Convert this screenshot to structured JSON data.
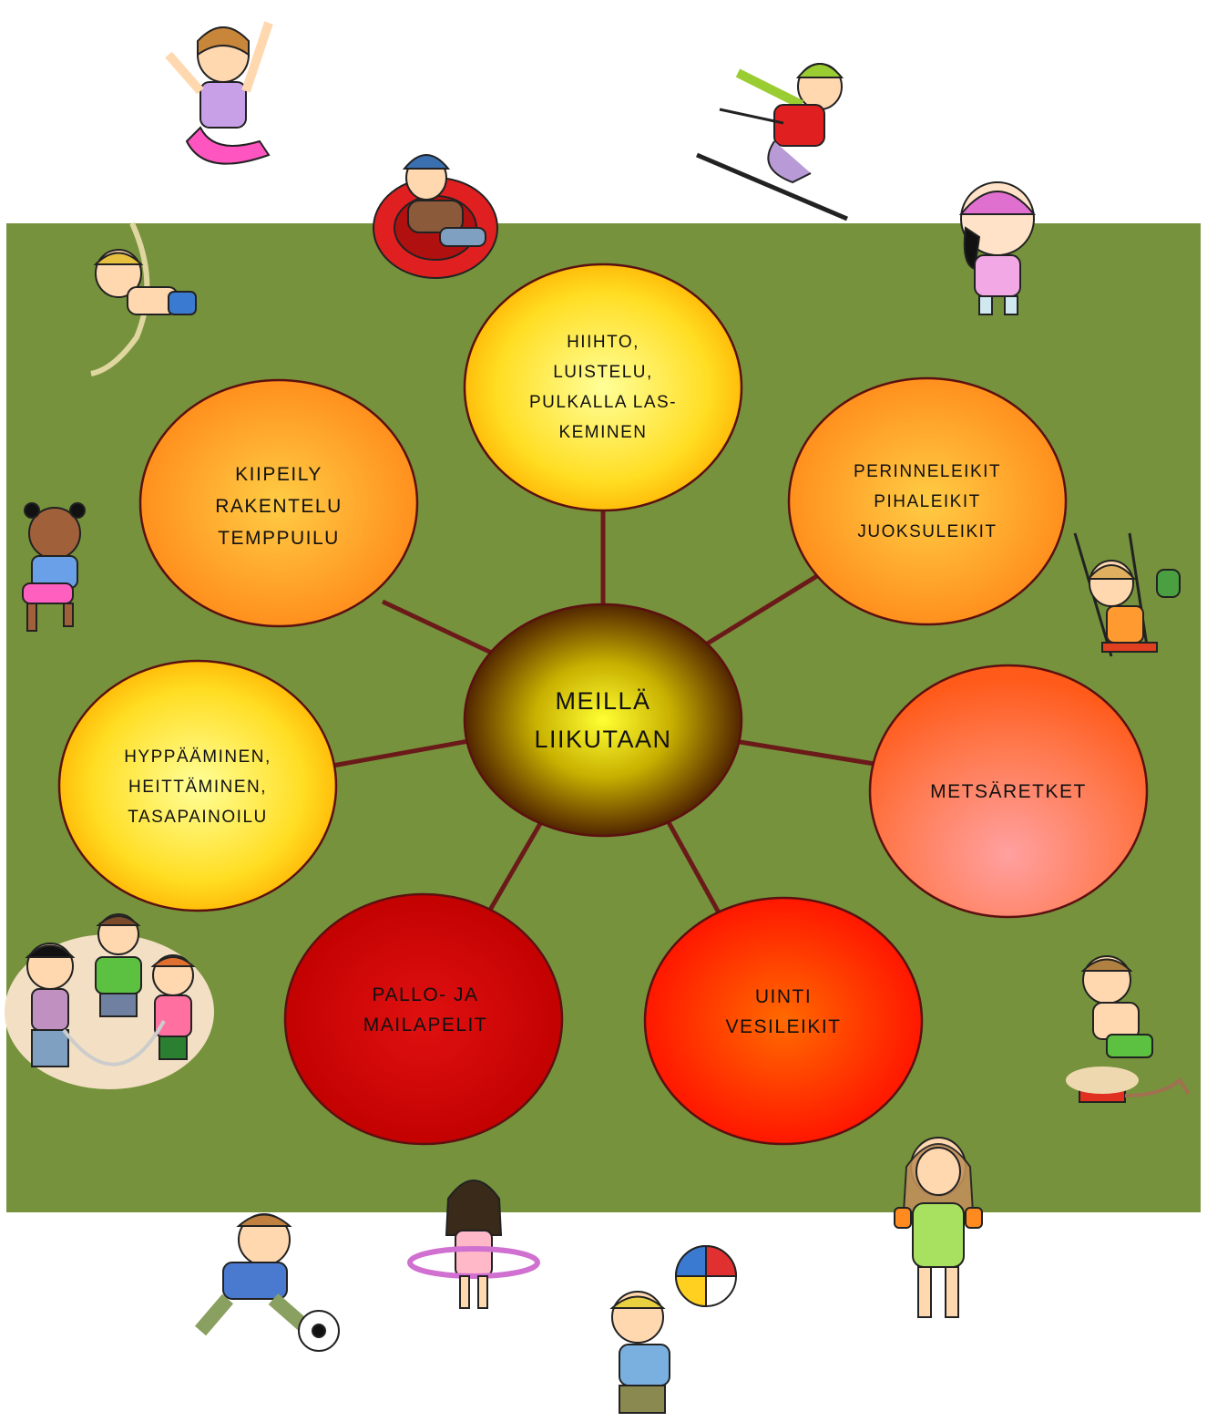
{
  "colors": {
    "panel": "#76923c",
    "connector": "#6b1a1a",
    "outline": "#5c1010"
  },
  "center": {
    "label": "MEILLÄ\nLIIKUTAAN"
  },
  "bubbles": [
    {
      "id": "winter",
      "label": "HIIHTO,\nLUISTELU,\nPULKALLA LAS-\nKEMINEN"
    },
    {
      "id": "games",
      "label": "PERINNELEIKIT\nPIHALEIKIT\nJUOKSULEIKIT"
    },
    {
      "id": "forest",
      "label": "METSÄRETKET"
    },
    {
      "id": "swim",
      "label": "UINTI\nVESILEIKIT"
    },
    {
      "id": "ball",
      "label": "PALLO- JA\nMAILAPELIT"
    },
    {
      "id": "jump",
      "label": "HYPPÄÄMINEN,\nHEITTÄMINEN,\nTASAPAINOILU"
    },
    {
      "id": "climb",
      "label": "KIIPEILY\nRAKENTELU\nTEMPPUILU"
    }
  ],
  "illustrations": [
    "jumping-girl-icon",
    "sledding-kid-icon",
    "skier-icon",
    "skating-girl-icon",
    "rope-climber-icon",
    "clapping-girl-icon",
    "swinging-girl-icon",
    "jump-rope-kids-icon",
    "sprinkler-boy-icon",
    "soccer-boy-icon",
    "hula-hoop-girl-icon",
    "beach-ball-boy-icon",
    "swimmer-girl-icon"
  ]
}
